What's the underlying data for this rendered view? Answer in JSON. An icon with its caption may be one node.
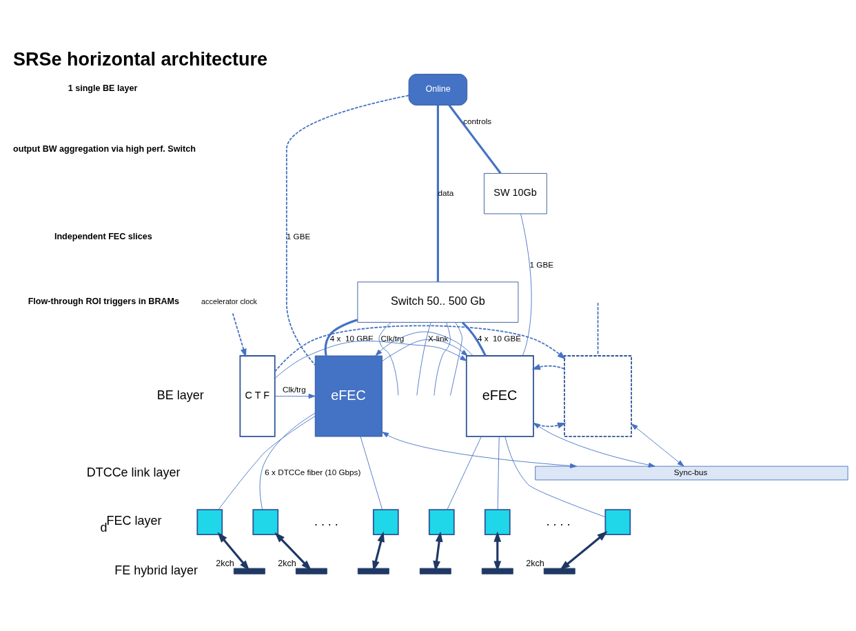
{
  "diagram": {
    "title": "SRSe horizontal architecture",
    "nodes": [
      {
        "text": [
          "Online"
        ]
      },
      {
        "text": [
          "Switch 50.. 500 Gb"
        ]
      },
      {
        "text": [
          "SW 10Gb"
        ]
      },
      {
        "text": [
          "accelerator clock"
        ]
      },
      {
        "text": [
          "C T F"
        ]
      },
      {
        "text": [
          "eFEC"
        ]
      },
      {
        "text": [
          "eFEC"
        ]
      },
      {
        "text": [],
        "shape": "box"
      },
      {
        "text": [
          "Sync-bus"
        ]
      },
      {
        "text": [],
        "shape": "box"
      },
      {
        "text": [],
        "shape": "box"
      },
      {
        "text": [],
        "shape": "box"
      },
      {
        "text": [],
        "shape": "box"
      },
      {
        "text": [],
        "shape": "box"
      },
      {
        "text": [],
        "shape": "box"
      },
      {
        "text": [],
        "shape": "bar",
        "beside": [
          "2kch"
        ]
      },
      {
        "text": [],
        "shape": "bar",
        "beside": [
          "2kch"
        ]
      },
      {
        "text": [],
        "shape": "bar"
      },
      {
        "text": [],
        "shape": "bar"
      },
      {
        "text": [],
        "shape": "bar"
      },
      {
        "text": [],
        "shape": "bar",
        "beside": [
          "2kch"
        ]
      }
    ],
    "edges": [
      {
        "from": 0,
        "to": 1,
        "arrow": "none",
        "label": "data",
        "style": "thick"
      },
      {
        "from": 0,
        "to": 2,
        "arrow": "none",
        "label": "controls",
        "style": "thick"
      },
      {
        "from": 0,
        "to": 5,
        "arrow": "none",
        "label": "1 GBE",
        "style": "dashed"
      },
      {
        "from": 1,
        "to": 5,
        "arrow": "none",
        "label": "4 x  10 GBE",
        "style": "thick"
      },
      {
        "from": 1,
        "to": 6,
        "arrow": "none",
        "label": "4 x  10 GBE",
        "style": "thick"
      },
      {
        "from": 1,
        "to": null,
        "arrow": "none"
      },
      {
        "from": 1,
        "to": null,
        "arrow": "none"
      },
      {
        "from": 1,
        "to": null,
        "arrow": "none"
      },
      {
        "from": 1,
        "to": null,
        "arrow": "none"
      },
      {
        "from": 2,
        "to": 6,
        "arrow": "none",
        "label": "1 GBE"
      },
      {
        "from": null,
        "to": 7,
        "arrow": "none",
        "style": "dashed"
      },
      {
        "from": 3,
        "to": 4,
        "arrow": "to",
        "style": "dashed"
      },
      {
        "from": 4,
        "to": 5,
        "arrow": "to",
        "label": "Clk/trg"
      },
      {
        "from": 4,
        "to": 6,
        "arrow": "to",
        "label": "Clk/trg"
      },
      {
        "from": 4,
        "to": 7,
        "arrow": "to",
        "style": "dashed"
      },
      {
        "from": 5,
        "to": 6,
        "arrow": "to",
        "label": "X-link"
      },
      {
        "from": 6,
        "to": 5,
        "arrow": "to"
      },
      {
        "from": 6,
        "to": 7,
        "arrow": "to",
        "style": "dashed"
      },
      {
        "from": 7,
        "to": 6,
        "arrow": "to",
        "style": "dashed"
      },
      {
        "from": 5,
        "to": 8,
        "arrow": "both"
      },
      {
        "from": 6,
        "to": 8,
        "arrow": "both"
      },
      {
        "from": 7,
        "to": 8,
        "arrow": "both"
      },
      {
        "from": 5,
        "to": 9,
        "arrow": "none"
      },
      {
        "from": 5,
        "to": 10,
        "arrow": "none",
        "label": "6 x DTCCe fiber (10 Gbps)"
      },
      {
        "from": 5,
        "to": 11,
        "arrow": "none"
      },
      {
        "from": 6,
        "to": 12,
        "arrow": "none"
      },
      {
        "from": 6,
        "to": 13,
        "arrow": "none"
      },
      {
        "from": 6,
        "to": 14,
        "arrow": "none"
      },
      {
        "from": 9,
        "to": 15,
        "arrow": "both",
        "style": "thick",
        "color": "#1f3864"
      },
      {
        "from": 10,
        "to": 16,
        "arrow": "both",
        "style": "thick",
        "color": "#1f3864"
      },
      {
        "from": 11,
        "to": 17,
        "arrow": "both",
        "style": "thick",
        "color": "#1f3864"
      },
      {
        "from": 12,
        "to": 18,
        "arrow": "both",
        "style": "thick",
        "color": "#1f3864"
      },
      {
        "from": 13,
        "to": 19,
        "arrow": "both",
        "style": "thick",
        "color": "#1f3864"
      },
      {
        "from": 14,
        "to": 20,
        "arrow": "both",
        "style": "thick",
        "color": "#1f3864"
      }
    ],
    "labels": [
      "1 single BE layer",
      "output BW aggregation via high perf. Switch",
      "Independent FEC slices",
      "Flow-through ROI triggers in BRAMs",
      "BE layer",
      "DTCCe link layer",
      "$_{d}$FEC layer",
      ". . . .",
      ". . . .",
      "FE hybrid layer"
    ]
  }
}
